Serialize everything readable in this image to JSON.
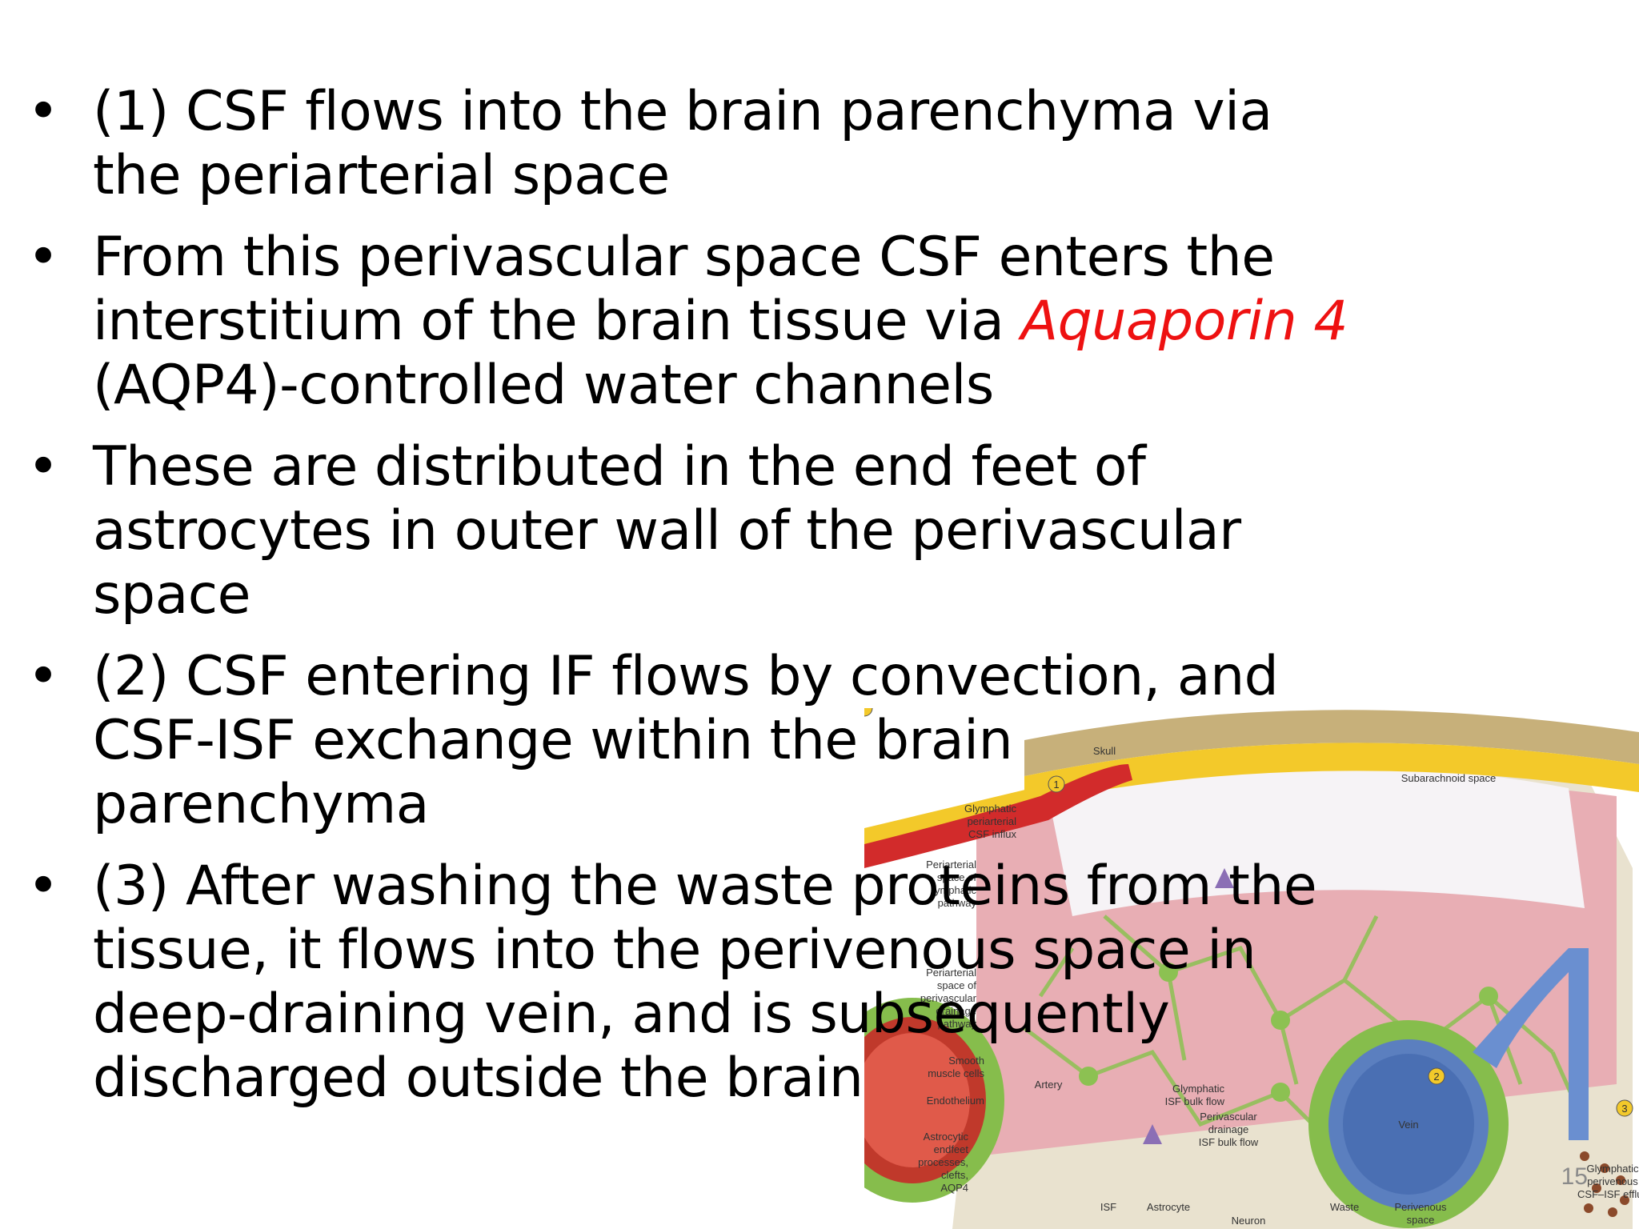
{
  "bullets": [
    {
      "lines": [
        {
          "text": "(1) CSF flows into the brain parenchyma via"
        },
        {
          "text": "the periarterial space"
        }
      ]
    },
    {
      "lines": [
        {
          "text": "From this perivascular space CSF enters the"
        },
        {
          "text": "interstitium of the brain tissue via ",
          "accent": "Aquaporin 4"
        },
        {
          "text": "(AQP4)-controlled water channels"
        }
      ]
    },
    {
      "lines": [
        {
          "text": "These are distributed in the end feet of"
        },
        {
          "text": "astrocytes in outer wall of the perivascular"
        },
        {
          "text": "space"
        }
      ]
    },
    {
      "lines": [
        {
          "text": "(2) CSF entering IF flows by convection, and"
        },
        {
          "text": "CSF-ISF exchange within the brain"
        },
        {
          "text": "parenchyma"
        }
      ]
    },
    {
      "lines": [
        {
          "text": "(3) After washing the waste proteins from the"
        },
        {
          "text": "tissue, it flows into the perivenous space in"
        },
        {
          "text": "deep-draining vein, and is subsequently"
        },
        {
          "text": "discharged outside the brain"
        }
      ]
    }
  ],
  "bullet_symbol": "•",
  "accent_color": "#ee1111",
  "page_number": "15",
  "figure": {
    "labels": {
      "skull": "Skull",
      "subarachnoid": "Subarachnoid space",
      "step1": "1",
      "step2": "2",
      "step3": "3",
      "glymphatic_influx": [
        "Glymphatic",
        "periarterial",
        "CSF influx"
      ],
      "periarterial_space": [
        "Periarterial",
        "space of",
        "lymphatic",
        "pathway"
      ],
      "perivascular_drainage": [
        "Periarterial",
        "space of",
        "perivascular",
        "drainage",
        "pathway"
      ],
      "smooth_muscle": [
        "Smooth",
        "muscle cells"
      ],
      "endothelium": "Endothelium",
      "astrocytic_endfeet": [
        "Astrocytic",
        "endfeet",
        "processes,",
        "clefts,",
        "AQP4"
      ],
      "artery": "Artery",
      "vein": "Vein",
      "isf_bulk_flow": [
        "Glymphatic",
        "ISF bulk flow"
      ],
      "perivascular_isf": [
        "Perivascular",
        "drainage",
        "ISF bulk flow"
      ],
      "isf": "ISF",
      "astrocyte": "Astrocyte",
      "neuron": "Neuron",
      "waste": "Waste",
      "perivenous_space": [
        "Perivenous",
        "space"
      ],
      "efflux": [
        "Glymphatic",
        "perivenous",
        "CSF–ISF efflux"
      ]
    }
  }
}
